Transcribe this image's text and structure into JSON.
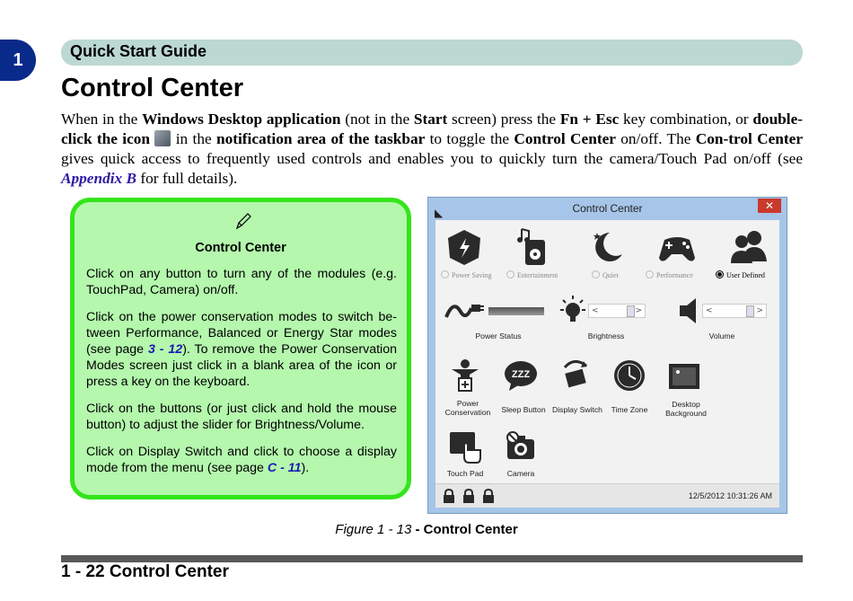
{
  "chapter_number": "1",
  "header": {
    "section": "Quick Start Guide"
  },
  "page_title": "Control Center",
  "intro": {
    "t1": "When in the ",
    "b1": "Windows Desktop application",
    "t2": " (not in the ",
    "b2": "Start",
    "t3": " screen) press the ",
    "b3": "Fn + Esc",
    "t4": " key combination, or ",
    "b4": "double-click the icon",
    "t5": " in the ",
    "b5": "notification area of the taskbar",
    "t6": " to toggle the ",
    "b6": "Control Center",
    "t7": " on/off. The ",
    "b7": "Con-trol Center",
    "t8": " gives quick access to frequently used controls and enables you to quickly turn the camera/Touch Pad on/off (see ",
    "link": "Appendix B",
    "t9": " for full details)."
  },
  "note": {
    "title": "Control Center",
    "p1": "Click on any button to turn any of the modules (e.g. TouchPad, Camera) on/off.",
    "p2a": "Click on the power conservation modes to switch be-tween Performance, Balanced or Energy Star modes (see page ",
    "p2link": "3 - 12",
    "p2b": "). To remove the Power Conservation Modes screen just click in a blank area of the icon or press a key on the keyboard.",
    "p3": "Click on the buttons (or just click and hold the mouse button) to adjust the slider for Brightness/Volume.",
    "p4a": "Click on Display Switch and click to choose a display mode from the menu (see page ",
    "p4link": "C - 11",
    "p4b": ")."
  },
  "control_center": {
    "title": "Control Center",
    "close": "✕",
    "modes": [
      "Power Saving",
      "Entertainment",
      "Quiet",
      "Performance",
      "User Defined"
    ],
    "selected_mode": "User Defined",
    "power_status": "Power Status",
    "brightness": "Brightness",
    "volume": "Volume",
    "slider_left": "<",
    "slider_right": ">",
    "buttons": {
      "power_conservation": "Power Conservation",
      "sleep_button": "Sleep Button",
      "display_switch": "Display Switch",
      "time_zone": "Time Zone",
      "desktop_background": "Desktop Background",
      "touch_pad": "Touch Pad",
      "camera": "Camera",
      "sleep_text": "ZZZ"
    },
    "datetime": "12/5/2012 10:31:26 AM"
  },
  "caption": {
    "figure": "Figure 1 - 13",
    "title": " - Control Center"
  },
  "footer": "1 - 22 Control Center"
}
